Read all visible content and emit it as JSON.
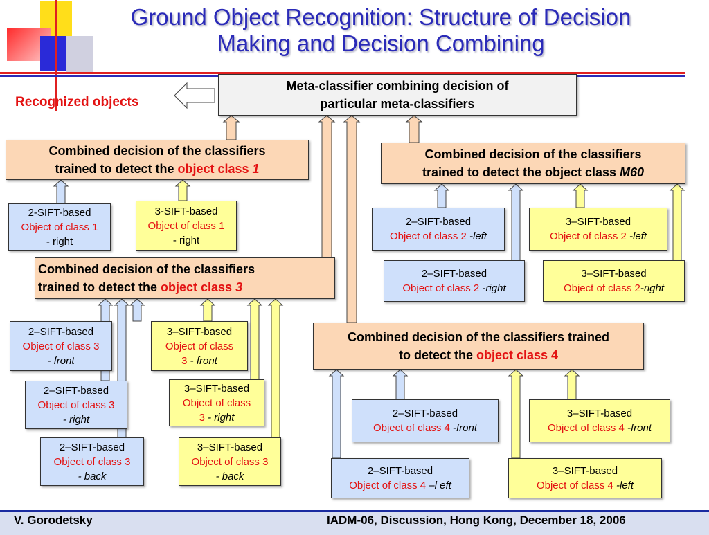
{
  "title": {
    "line1": "Ground Object Recognition: Structure of Decision",
    "line2": "Making and Decision Combining"
  },
  "recognized": "Recognized objects",
  "meta": {
    "line1": "Meta-classifier combining decision of",
    "line2": "particular meta-classifiers"
  },
  "combined_common": {
    "line1": "Combined decision of the classifiers",
    "line2_prefix": "trained to detect the ",
    "line2_prefix_m60": "trained to detect the object class ",
    "c4_line1": "Combined decision of the classifiers trained",
    "c4_line2_prefix": "to detect the "
  },
  "class1": {
    "red": "object class ",
    "num": "1"
  },
  "class3": {
    "red": "object class ",
    "num": "3"
  },
  "classm60": {
    "num": "M60"
  },
  "class4": {
    "red": "object class 4"
  },
  "leaves": {
    "c1_2sift": {
      "l1": "2-SIFT-based",
      "l2": "Object of class 1",
      "l3": "- right"
    },
    "c1_3sift": {
      "l1": "3-SIFT-based",
      "l2": "Object of class 1",
      "l3": "- right"
    },
    "c2_2left": {
      "l1": "2–SIFT-based",
      "l2": "Object of class 2",
      "l2b": " -left"
    },
    "c2_3left": {
      "l1": "3–SIFT-based",
      "l2": "Object of class 2",
      "l2b": " -left"
    },
    "c2_2right": {
      "l1": "2–SIFT-based",
      "l2": "Object of class 2",
      "l2b": " -right"
    },
    "c2_3right": {
      "l1": "3–SIFT-based",
      "l2": "Object of class 2",
      "l2b": "-right"
    },
    "c3_2front": {
      "l1": "2–SIFT-based",
      "l2": "Object of class 3",
      "l3": "- front"
    },
    "c3_3front": {
      "l1": "3–SIFT-based",
      "l2": "Object of class",
      "l3a": "3",
      "l3b": " - front"
    },
    "c3_2right": {
      "l1": "2–SIFT-based",
      "l2": "Object of class 3",
      "l3": "- right"
    },
    "c3_3right": {
      "l1": "3–SIFT-based",
      "l2": "Object of class",
      "l3a": "3",
      "l3b": " - right"
    },
    "c3_2back": {
      "l1": "2–SIFT-based",
      "l2": "Object of class 3",
      "l3": "- back"
    },
    "c3_3back": {
      "l1": "3–SIFT-based",
      "l2": "Object of class 3",
      "l3": "- back"
    },
    "c4_2front": {
      "l1": "2–SIFT-based",
      "l2": "Object of class 4",
      "l2b": " -front"
    },
    "c4_3front": {
      "l1": "3–SIFT-based",
      "l2": "Object of class 4",
      "l2b": " -front"
    },
    "c4_2left": {
      "l1": "2–SIFT-based",
      "l2": "Object of class 4",
      "l2b": " –l eft"
    },
    "c4_3left": {
      "l1": "3–SIFT-based",
      "l2": "Object of class 4",
      "l2b": " -left"
    }
  },
  "footer": {
    "left": "V. Gorodetsky",
    "right": "IADM-06, Discussion, Hong Kong, December 18, 2006"
  },
  "colors": {
    "title": "#2a2ab8",
    "accent_red": "#e31212",
    "blue_box": "#cfe0fb",
    "yellow_box": "#ffff99",
    "peach_box": "#fcd7b6"
  }
}
